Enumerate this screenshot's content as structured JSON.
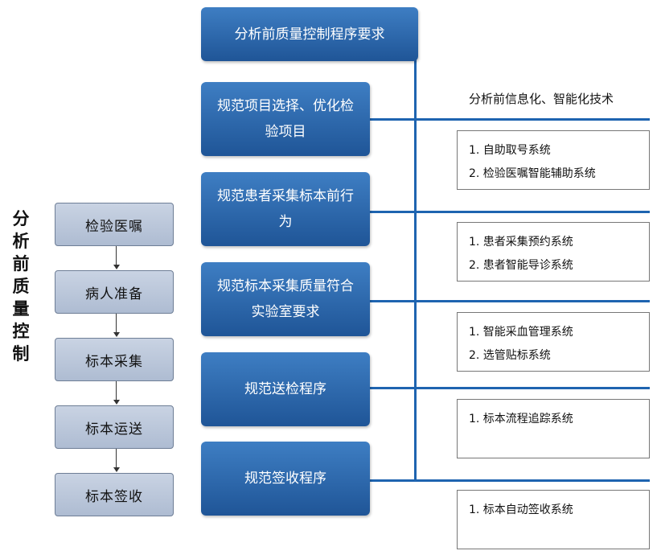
{
  "vertical_title": "分析前质量控制",
  "process_steps": [
    {
      "label": "检验医嘱"
    },
    {
      "label": "病人准备"
    },
    {
      "label": "标本采集"
    },
    {
      "label": "标本运送"
    },
    {
      "label": "标本签收"
    }
  ],
  "requirements": {
    "title": "分析前质量控制程序要求",
    "items": [
      {
        "label": "规范项目选择、优化检验项目"
      },
      {
        "label": "规范患者采集标本前行为"
      },
      {
        "label": "规范标本采集质量符合实验室要求"
      },
      {
        "label": "规范送检程序"
      },
      {
        "label": "规范签收程序"
      }
    ]
  },
  "technology": {
    "title": "分析前信息化、智能化技术",
    "groups": [
      {
        "items": [
          "1. 自助取号系统",
          "2. 检验医嘱智能辅助系统"
        ]
      },
      {
        "items": [
          "1. 患者采集预约系统",
          "2. 患者智能导诊系统"
        ]
      },
      {
        "items": [
          "1. 智能采血管理系统",
          "2. 选管贴标系统"
        ]
      },
      {
        "items": [
          "1. 标本流程追踪系统"
        ]
      },
      {
        "items": [
          "1. 标本自动签收系统"
        ]
      }
    ]
  }
}
